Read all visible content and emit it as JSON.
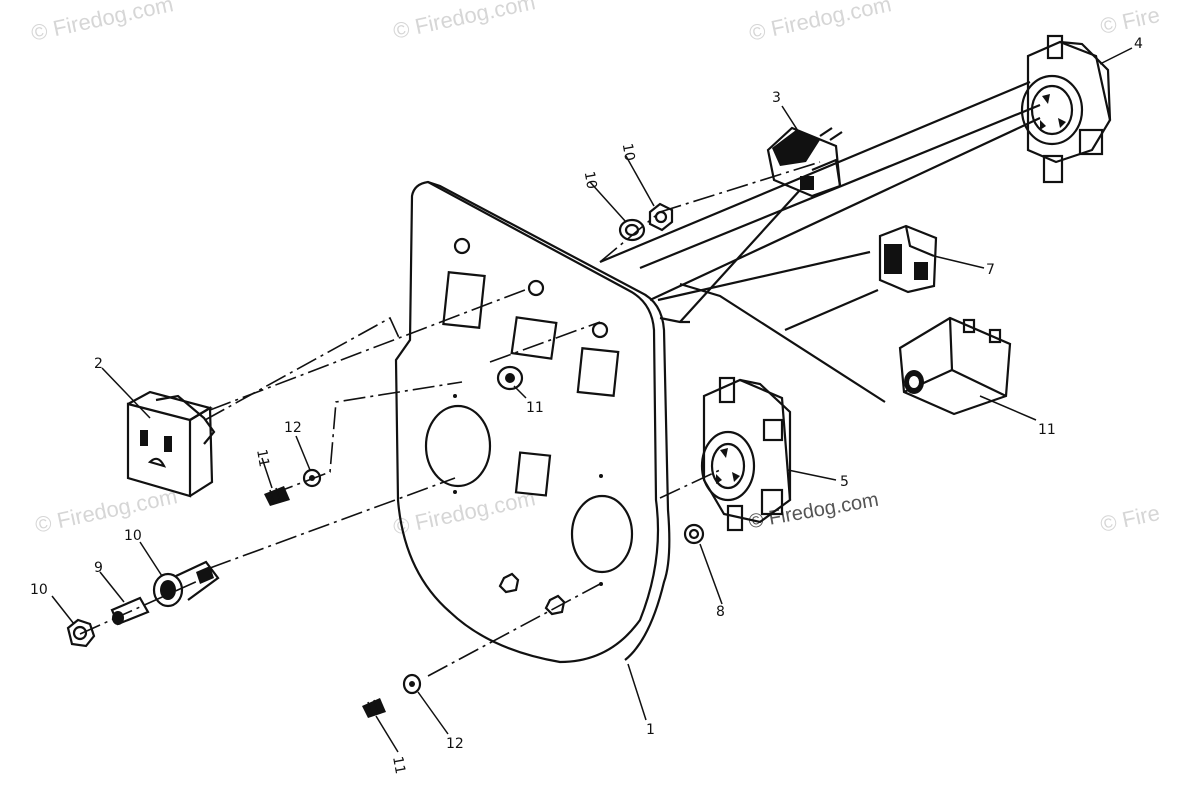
{
  "watermarks": {
    "text": "© Firedog.com",
    "partial_right": "© Fire"
  },
  "callouts": {
    "c1": "1",
    "c2": "2",
    "c3": "3",
    "c4": "4",
    "c5": "5",
    "c7": "7",
    "c8": "8",
    "c9": "9",
    "c10a": "10",
    "c10b": "10",
    "c10c": "10",
    "c10d": "10",
    "c11a": "11",
    "c11b": "11",
    "c11c": "11",
    "c11d": "11",
    "c12a": "12",
    "c12b": "12"
  }
}
